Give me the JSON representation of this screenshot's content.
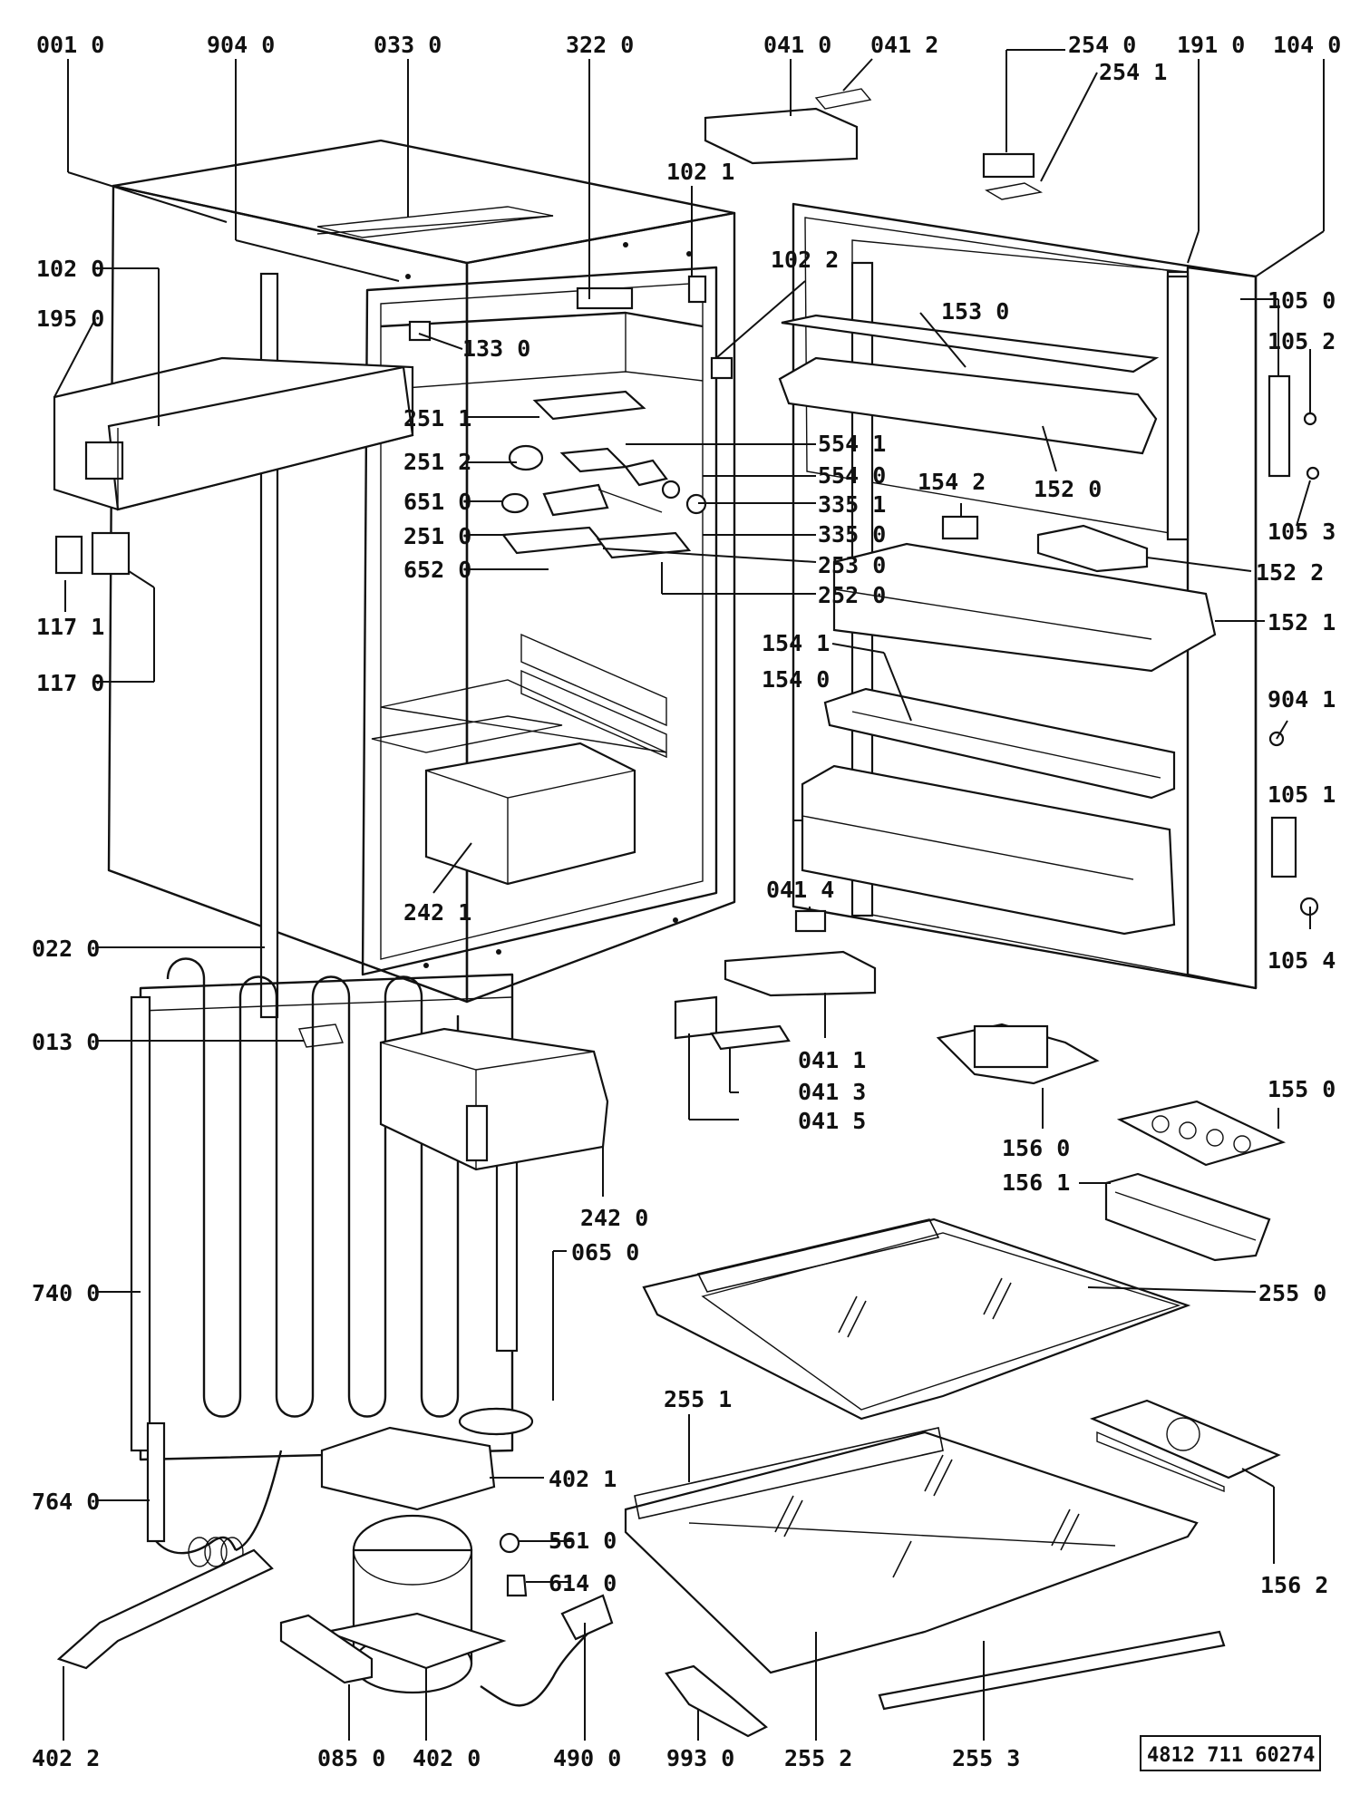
{
  "doc_ref": "4812 711 60274",
  "labels": [
    "001 0",
    "904 0",
    "033 0",
    "322 0",
    "041 0",
    "041 2",
    "254 0",
    "254 1",
    "191 0",
    "104 0",
    "102 1",
    "102 2",
    "102 0",
    "195 0",
    "133 0",
    "153 0",
    "105 0",
    "105 2",
    "152 0",
    "105 3",
    "251 1",
    "251 2",
    "554 1",
    "554 0",
    "651 0",
    "335 1",
    "335 0",
    "251 0",
    "253 0",
    "652 0",
    "252 0",
    "154 2",
    "152 2",
    "152 1",
    "117 1",
    "117 0",
    "154 1",
    "154 0",
    "904 1",
    "105 1",
    "242 1",
    "041 4",
    "105 4",
    "022 0",
    "013 0",
    "041 1",
    "041 3",
    "041 5",
    "156 0",
    "155 0",
    "156 1",
    "242 0",
    "065 0",
    "740 0",
    "255 0",
    "255 1",
    "402 1",
    "764 0",
    "561 0",
    "614 0",
    "156 2",
    "402 2",
    "085 0",
    "402 0",
    "490 0",
    "993 0",
    "255 2",
    "255 3"
  ]
}
